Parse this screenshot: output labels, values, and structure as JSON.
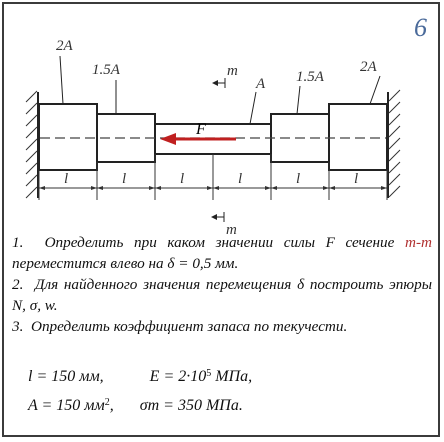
{
  "variant_number": "6",
  "figure": {
    "area_labels": {
      "outer_left": "2A",
      "inner_left": "1.5A",
      "center": "A",
      "inner_right": "1.5A",
      "outer_right": "2A"
    },
    "section_label": "m",
    "force_label": "F",
    "segment_labels": [
      "l",
      "l",
      "l",
      "l",
      "l",
      "l"
    ]
  },
  "tasks": [
    {
      "num": "1.",
      "text_before": "Определить при каком значении силы F сечение ",
      "highlight": "m-m",
      "text_after": " переместится влево на δ = 0,5 мм."
    },
    {
      "num": "2.",
      "text": "Для найденного значения перемещения δ построить эпюры N, σ, w."
    },
    {
      "num": "3.",
      "text": "Определить коэффициент запаса по текучести."
    }
  ],
  "params": {
    "line1_left": "l = 150 мм,",
    "line1_right_prefix": "E = 2·10",
    "line1_right_exp": "5",
    "line1_right_suffix": " МПа,",
    "line2_left_prefix": "A = 150 мм",
    "line2_left_exp": "2",
    "line2_left_suffix": ",",
    "line2_right": "σт = 350 МПа."
  }
}
